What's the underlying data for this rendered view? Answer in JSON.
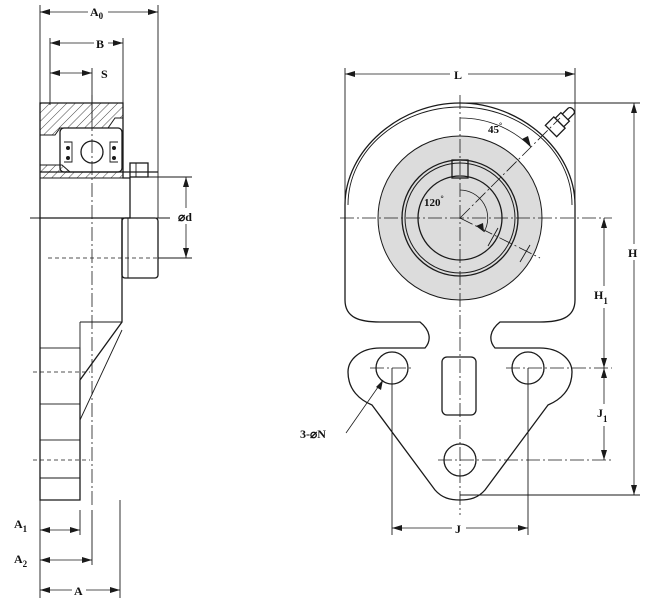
{
  "side_view": {
    "A0": {
      "base": "A",
      "sub": "0"
    },
    "B": "B",
    "S": "S",
    "d": "d",
    "d_symbol": "⌀",
    "A1": {
      "base": "A",
      "sub": "1"
    },
    "A2": {
      "base": "A",
      "sub": "2"
    },
    "A": "A"
  },
  "front_view": {
    "L": "L",
    "H": "H",
    "H1": {
      "base": "H",
      "sub": "1"
    },
    "J1": {
      "base": "J",
      "sub": "1"
    },
    "J": "J",
    "angle_grease": "45",
    "angle_setscrew": "120",
    "degree": "°",
    "holes": "3-⌀N"
  }
}
